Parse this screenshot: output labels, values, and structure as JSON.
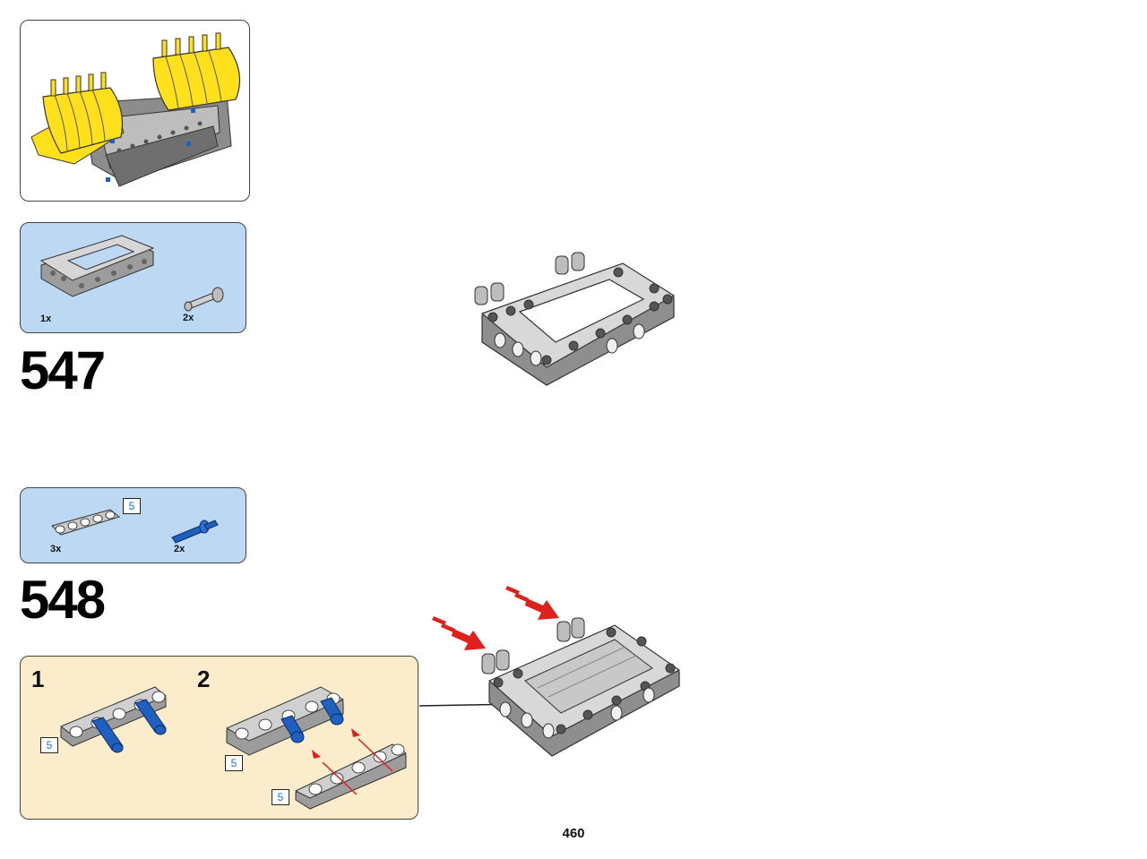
{
  "steps": [
    {
      "number": "547",
      "parts": [
        {
          "icon": "frame-5x7-part",
          "quantity": "1x"
        },
        {
          "icon": "friction-pin-with-bush-part",
          "quantity": "2x"
        }
      ]
    },
    {
      "number": "548",
      "parts": [
        {
          "icon": "beam-5-part",
          "quantity": "3x",
          "length": "5"
        },
        {
          "icon": "blue-axle-pin-part",
          "quantity": "2x"
        }
      ],
      "subassembly": {
        "substeps": [
          {
            "number": "1",
            "length": "5"
          },
          {
            "number": "2",
            "length_a": "5",
            "length_b": "5"
          }
        ]
      }
    }
  ],
  "page_number": "460",
  "colors": {
    "callout_blue": "#bcd8f2",
    "subassembly_cream": "#fbeccb",
    "arrow_red": "#e0201c",
    "pin_blue": "#1f5fbf",
    "yellow": "#ffe01a"
  }
}
